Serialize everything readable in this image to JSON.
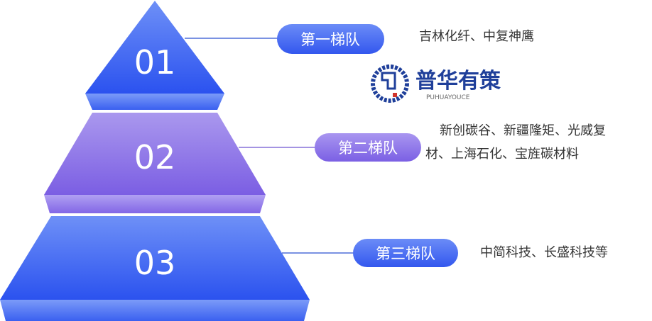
{
  "tiers": [
    {
      "number": "01",
      "label": "第一梯队",
      "description_lines": [
        "吉林化纤、中复神鹰"
      ],
      "color": "#3a5df0"
    },
    {
      "number": "02",
      "label": "第二梯队",
      "description_lines": [
        "新创碳谷、新疆隆矩、光威复",
        "材、上海石化、宝旌碳材料"
      ],
      "color": "#8064e6"
    },
    {
      "number": "03",
      "label": "第三梯队",
      "description_lines": [
        "中简科技、长盛科技等"
      ],
      "color": "#3a5df0"
    }
  ],
  "watermark": {
    "name": "普华有策",
    "subtitle": "PUHUAYOUCE"
  }
}
